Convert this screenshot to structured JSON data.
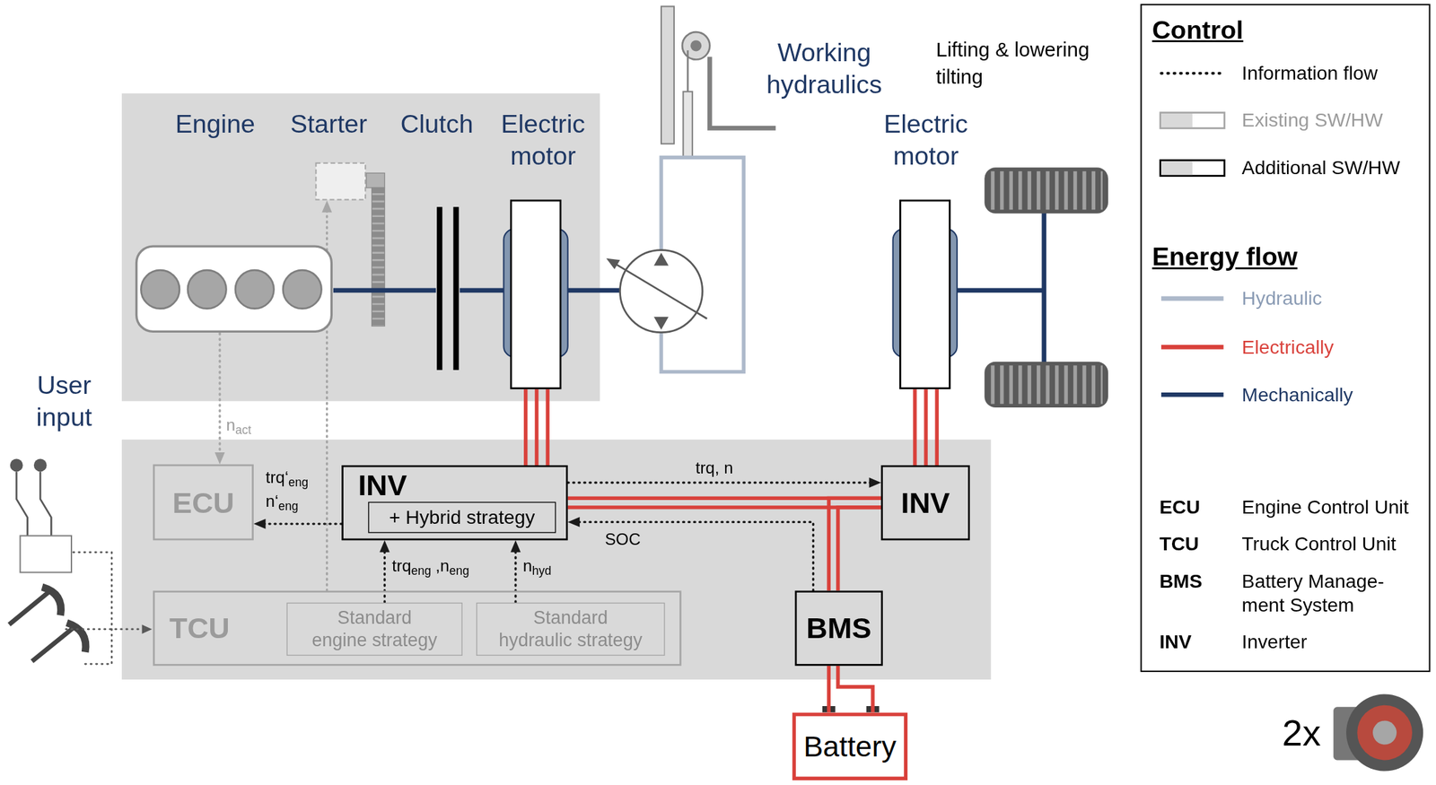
{
  "diagram": {
    "nodes": [
      {
        "text": [
          "Engine"
        ]
      },
      {
        "text": [
          "Starter"
        ]
      },
      {
        "text": [
          "Clutch"
        ]
      },
      {
        "text": [
          "Electric motor"
        ]
      },
      {
        "text": [
          "Electric motor"
        ]
      },
      {
        "text": [
          "ECU"
        ]
      },
      {
        "text": [
          "INV"
        ]
      },
      {
        "text": [
          "+ Hybrid strategy"
        ],
        "in": 6
      },
      {
        "text": [
          "INV"
        ]
      },
      {
        "text": [
          "TCU"
        ]
      },
      {
        "text": [
          "Standard engine strategy"
        ],
        "in": 9
      },
      {
        "text": [
          "Standard hydraulic strategy"
        ],
        "in": 9
      },
      {
        "text": [
          "BMS"
        ]
      },
      {
        "text": [
          "Battery"
        ]
      }
    ],
    "edges": [
      {
        "from": 0,
        "to": 2,
        "arrow": "none"
      },
      {
        "from": 2,
        "to": 3,
        "arrow": "none"
      },
      {
        "from": 0,
        "to": 5,
        "label": "nact",
        "arrow": "to"
      },
      {
        "from": 9,
        "to": 1,
        "arrow": "to"
      },
      {
        "from": 6,
        "to": 5,
        "label": "trq‘eng n‘eng",
        "arrow": "to"
      },
      {
        "from": 10,
        "to": 6,
        "label": "trqeng ,neng",
        "arrow": "to"
      },
      {
        "from": 11,
        "to": 6,
        "label": "nhyd",
        "arrow": "to"
      },
      {
        "from": 6,
        "to": 8,
        "label": "trq, n",
        "arrow": "to"
      },
      {
        "from": 12,
        "to": 6,
        "label": "SOC",
        "arrow": "to"
      },
      {
        "from": 6,
        "to": 8,
        "arrow": "none"
      },
      {
        "from": 12,
        "to": 8,
        "arrow": "none"
      },
      {
        "from": 13,
        "to": 12,
        "arrow": "none"
      },
      {
        "from": 3,
        "to": 6,
        "arrow": "none"
      },
      {
        "from": 4,
        "to": 8,
        "arrow": "none"
      }
    ],
    "labels": [
      "User input",
      "Working hydraulics",
      "Lifting & lowering tilting",
      "Control",
      "Energy flow",
      "ECU",
      "Engine Control Unit",
      "TCU",
      "Truck Control Unit",
      "BMS",
      "Battery Manage- ment System",
      "INV",
      "Inverter",
      "2x"
    ],
    "legend": [
      {
        "text": "Information flow"
      },
      {
        "text": "Existing SW/HW"
      },
      {
        "text": "Additional SW/HW"
      },
      {
        "text": "Hydraulic"
      },
      {
        "text": "Electrically"
      },
      {
        "text": "Mechanically"
      }
    ]
  }
}
